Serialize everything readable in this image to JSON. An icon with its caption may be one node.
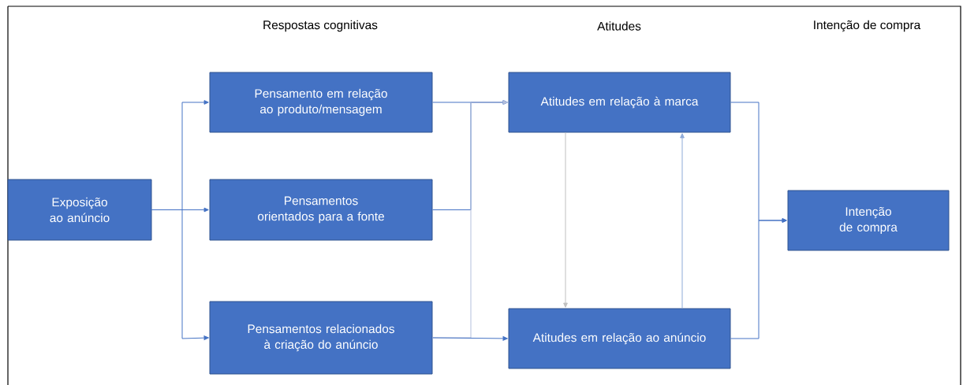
{
  "diagram": {
    "nodes": [
      {
        "text": [
          "Exposição ao anúncio"
        ]
      },
      {
        "text": [
          "Pensamento em relação ao produto/mensagem"
        ]
      },
      {
        "text": [
          "Pensamentos orientados para a fonte"
        ]
      },
      {
        "text": [
          "Pensamentos relacionados à criação do anúncio"
        ]
      },
      {
        "text": [
          "Atitudes em relação à marca"
        ]
      },
      {
        "text": [
          "Atitudes em relação ao anúncio"
        ]
      },
      {
        "text": [
          "Intenção de compra"
        ]
      }
    ],
    "edges": [
      {
        "from": 0,
        "to": 1,
        "arrow": "to"
      },
      {
        "from": 0,
        "to": 2,
        "arrow": "to"
      },
      {
        "from": 0,
        "to": 3,
        "arrow": "to"
      },
      {
        "from": 1,
        "to": 4,
        "arrow": "to"
      },
      {
        "from": 2,
        "to": 4,
        "arrow": "to"
      },
      {
        "from": 3,
        "to": 4,
        "arrow": "to",
        "color": "#b4bfdc"
      },
      {
        "from": 3,
        "to": 5,
        "arrow": "to"
      },
      {
        "from": 4,
        "to": 5,
        "arrow": "to",
        "color": "#c0c0c0"
      },
      {
        "from": 5,
        "to": 4,
        "arrow": "to",
        "color": "#8eaad8"
      },
      {
        "from": 4,
        "to": 6,
        "arrow": "to"
      },
      {
        "from": 5,
        "to": 6,
        "arrow": "to"
      }
    ],
    "labels": [
      "Respostas cognitivas",
      "Atitudes",
      "Intenção de compra"
    ]
  }
}
